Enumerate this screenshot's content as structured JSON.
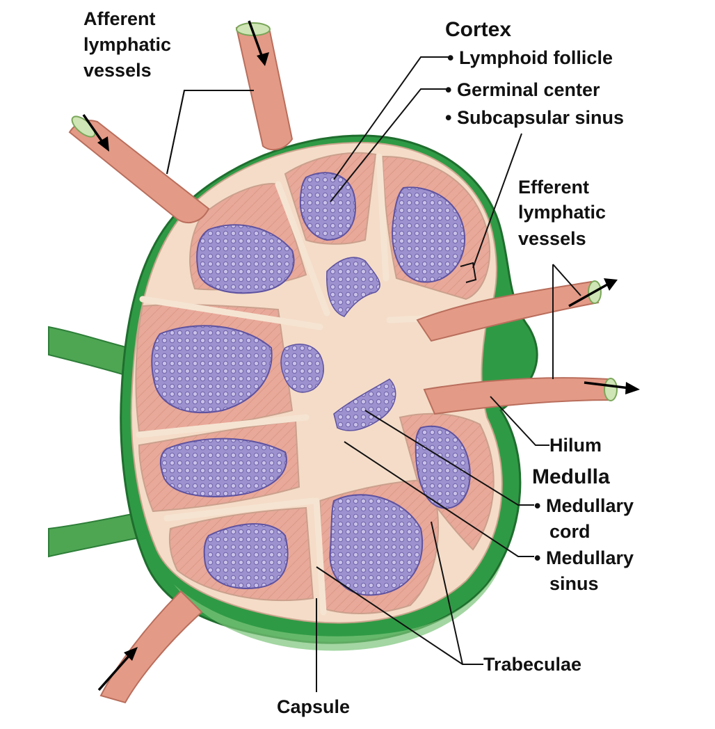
{
  "labels": {
    "afferent": [
      "Afferent",
      "lymphatic",
      "vessels"
    ],
    "cortex": "Cortex",
    "lymphoid_follicle": "• Lymphoid follicle",
    "germinal_center": "• Germinal center",
    "subcapsular_sinus": "• Subcapsular sinus",
    "efferent": [
      "Efferent",
      "lymphatic",
      "vessels"
    ],
    "hilum": "Hilum",
    "medulla": "Medulla",
    "medullary_cord": [
      "• Medullary",
      "cord"
    ],
    "medullary_sinus": [
      "• Medullary",
      "sinus"
    ],
    "trabeculae": "Trabeculae",
    "capsule": "Capsule"
  },
  "colors": {
    "capsule_green": "#2f9a45",
    "capsule_light": "#7cc47a",
    "tissue_pink": "#e8a99a",
    "sinus_cream": "#f4dcc8",
    "follicle_purple": "#8f84c4",
    "vessel_pink": "#e39a86"
  }
}
